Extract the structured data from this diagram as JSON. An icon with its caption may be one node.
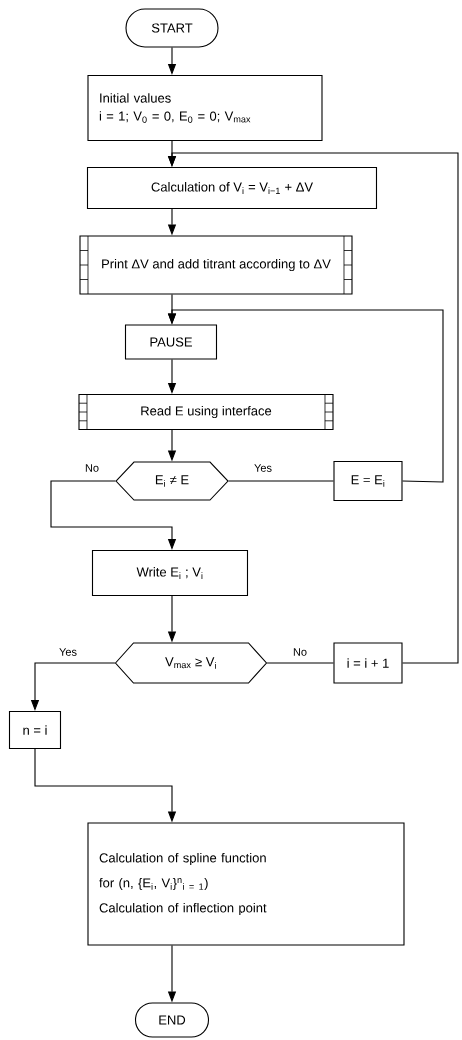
{
  "diagram": {
    "nodes": [
      {
        "text": [
          "START"
        ]
      },
      {
        "text": [
          "Initial values",
          "i = 1; V$_{0}$ = 0, E$_{0}$ = 0; V$_{max}$"
        ]
      },
      {
        "text": [
          "Calculation of V$_{i}$ = V$_{i−1}$ + ΔV"
        ]
      },
      {
        "text": [
          "Print ΔV and add titrant according to ΔV"
        ]
      },
      {
        "text": [
          "PAUSE"
        ]
      },
      {
        "text": [
          "Read E using interface"
        ]
      },
      {
        "text": [
          "E$_{i}$ ≠ E"
        ]
      },
      {
        "text": [
          "E = E$_{i}$"
        ]
      },
      {
        "text": [
          "Write E$_{i}$ ; V$_{i}$"
        ]
      },
      {
        "text": [
          "V$_{max}$ ≥ V$_{i}$"
        ]
      },
      {
        "text": [
          "i = i + 1"
        ]
      },
      {
        "text": [
          "n = i"
        ]
      },
      {
        "text": [
          "Calculation of spline function",
          "for (n, {E$_{i}$, V$_{i}$}$^{n}$$_{i = 1}$)",
          "Calculation of inflection point"
        ]
      },
      {
        "text": [
          "END"
        ]
      }
    ],
    "edges": [
      {
        "from": 0,
        "to": 1,
        "arrow": "to"
      },
      {
        "from": 1,
        "to": 2,
        "arrow": "to"
      },
      {
        "from": 2,
        "to": 3,
        "arrow": "to"
      },
      {
        "from": 3,
        "to": 4,
        "arrow": "to"
      },
      {
        "from": 4,
        "to": 5,
        "arrow": "to"
      },
      {
        "from": 5,
        "to": 6,
        "arrow": "to"
      },
      {
        "from": 6,
        "to": 7,
        "label": "Yes",
        "arrow": "none"
      },
      {
        "from": 7,
        "to": 4,
        "arrow": "to"
      },
      {
        "from": 6,
        "to": 8,
        "label": "No",
        "arrow": "to"
      },
      {
        "from": 8,
        "to": 9,
        "arrow": "to"
      },
      {
        "from": 9,
        "to": 10,
        "label": "No",
        "arrow": "none"
      },
      {
        "from": 10,
        "to": 2,
        "arrow": "to"
      },
      {
        "from": 9,
        "to": 11,
        "label": "Yes",
        "arrow": "to"
      },
      {
        "from": 11,
        "to": 12,
        "arrow": "to"
      },
      {
        "from": 12,
        "to": 13,
        "arrow": "to"
      }
    ]
  }
}
